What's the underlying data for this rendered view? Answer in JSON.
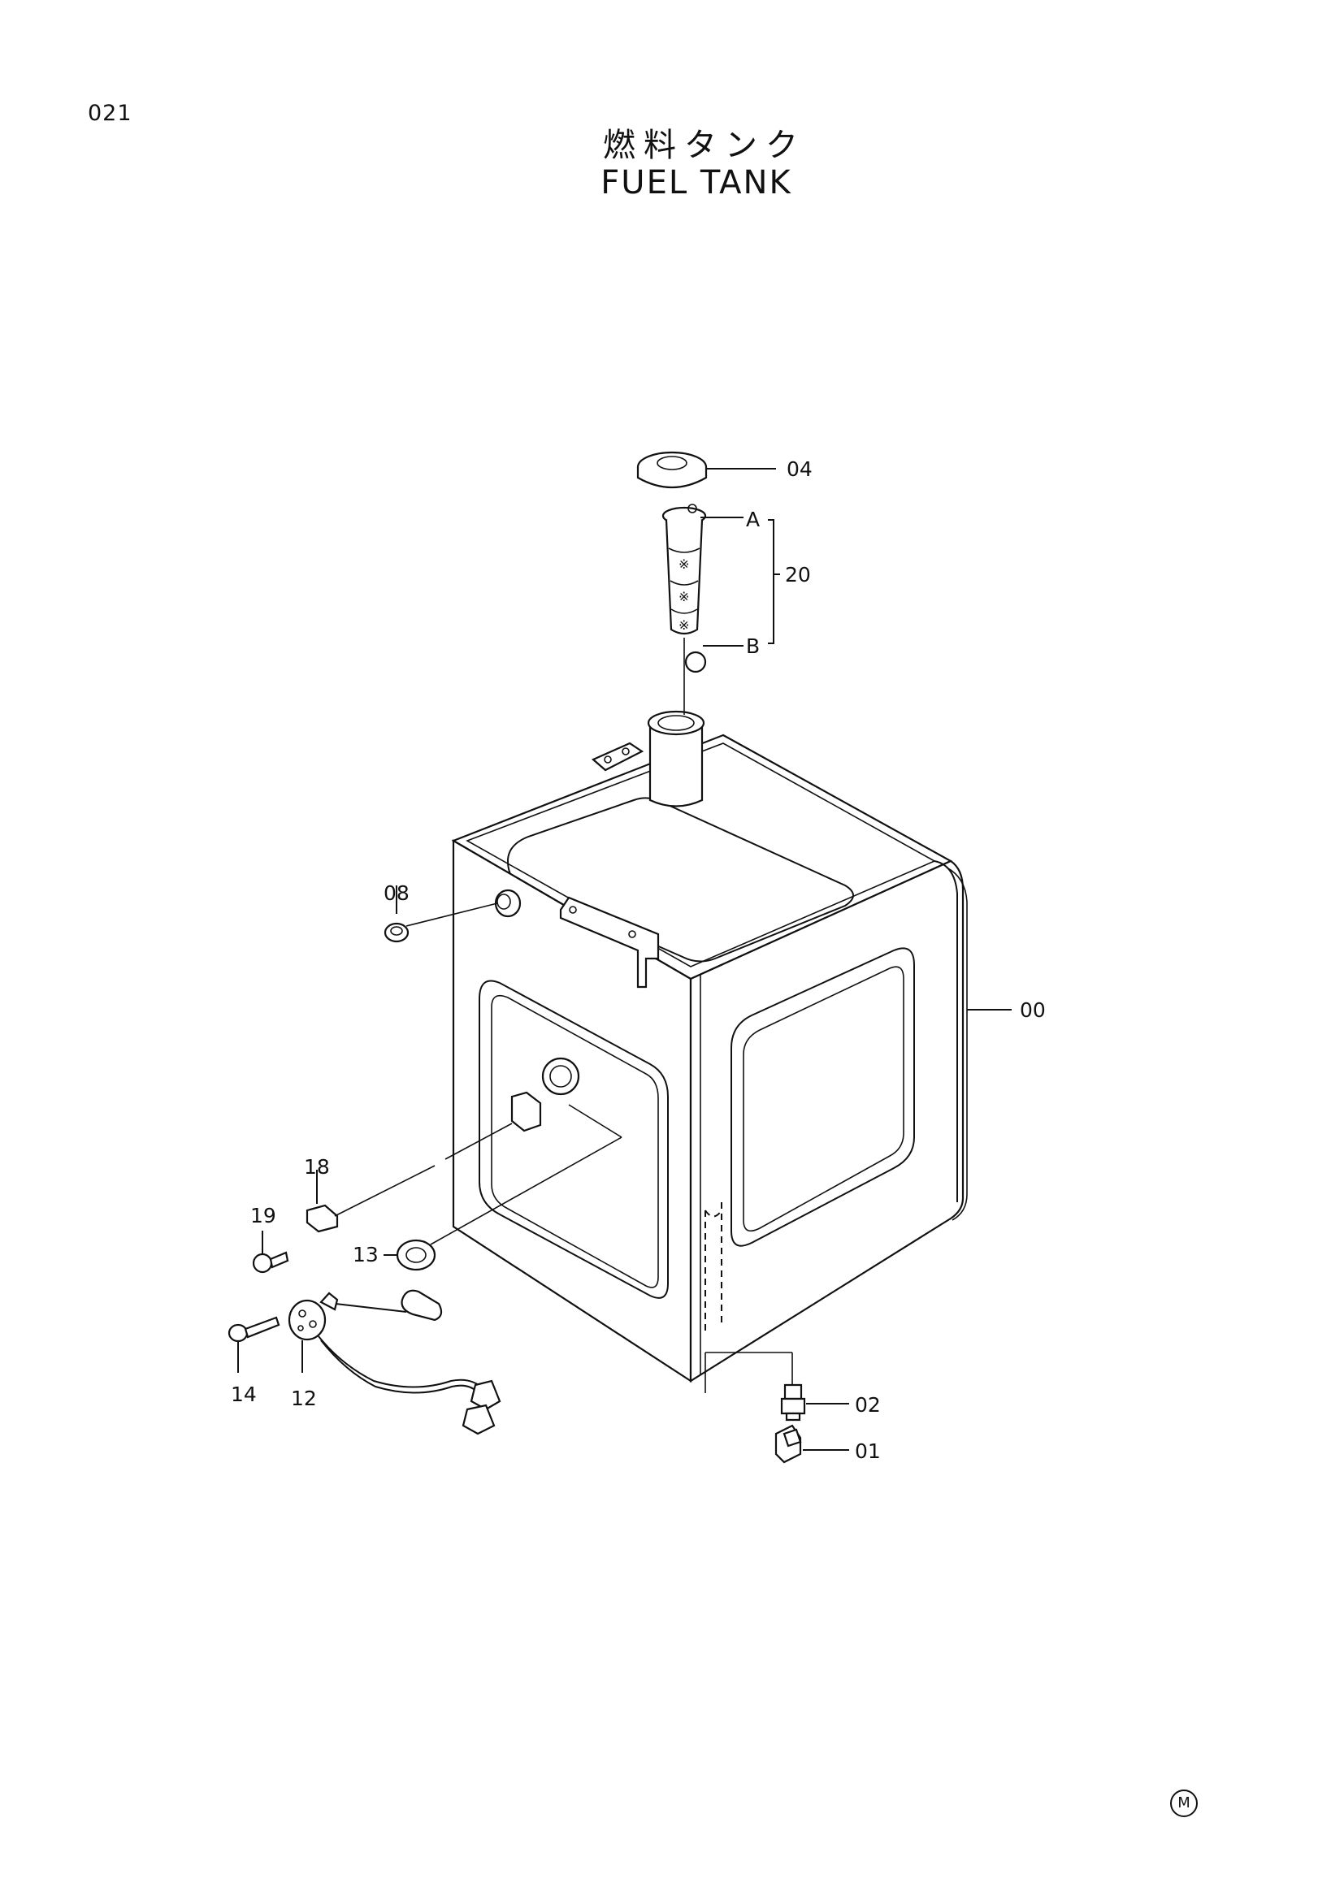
{
  "header": {
    "page_number": "021",
    "title_jp": "燃料タンク",
    "title_en": "FUEL TANK"
  },
  "callouts": {
    "p00": "00",
    "p01": "01",
    "p02": "02",
    "p04": "04",
    "p08": "08",
    "p12": "12",
    "p13": "13",
    "p14": "14",
    "p18": "18",
    "p19": "19",
    "p20": "20",
    "pA": "A",
    "pB": "B"
  },
  "footer": {
    "mark": "M"
  }
}
